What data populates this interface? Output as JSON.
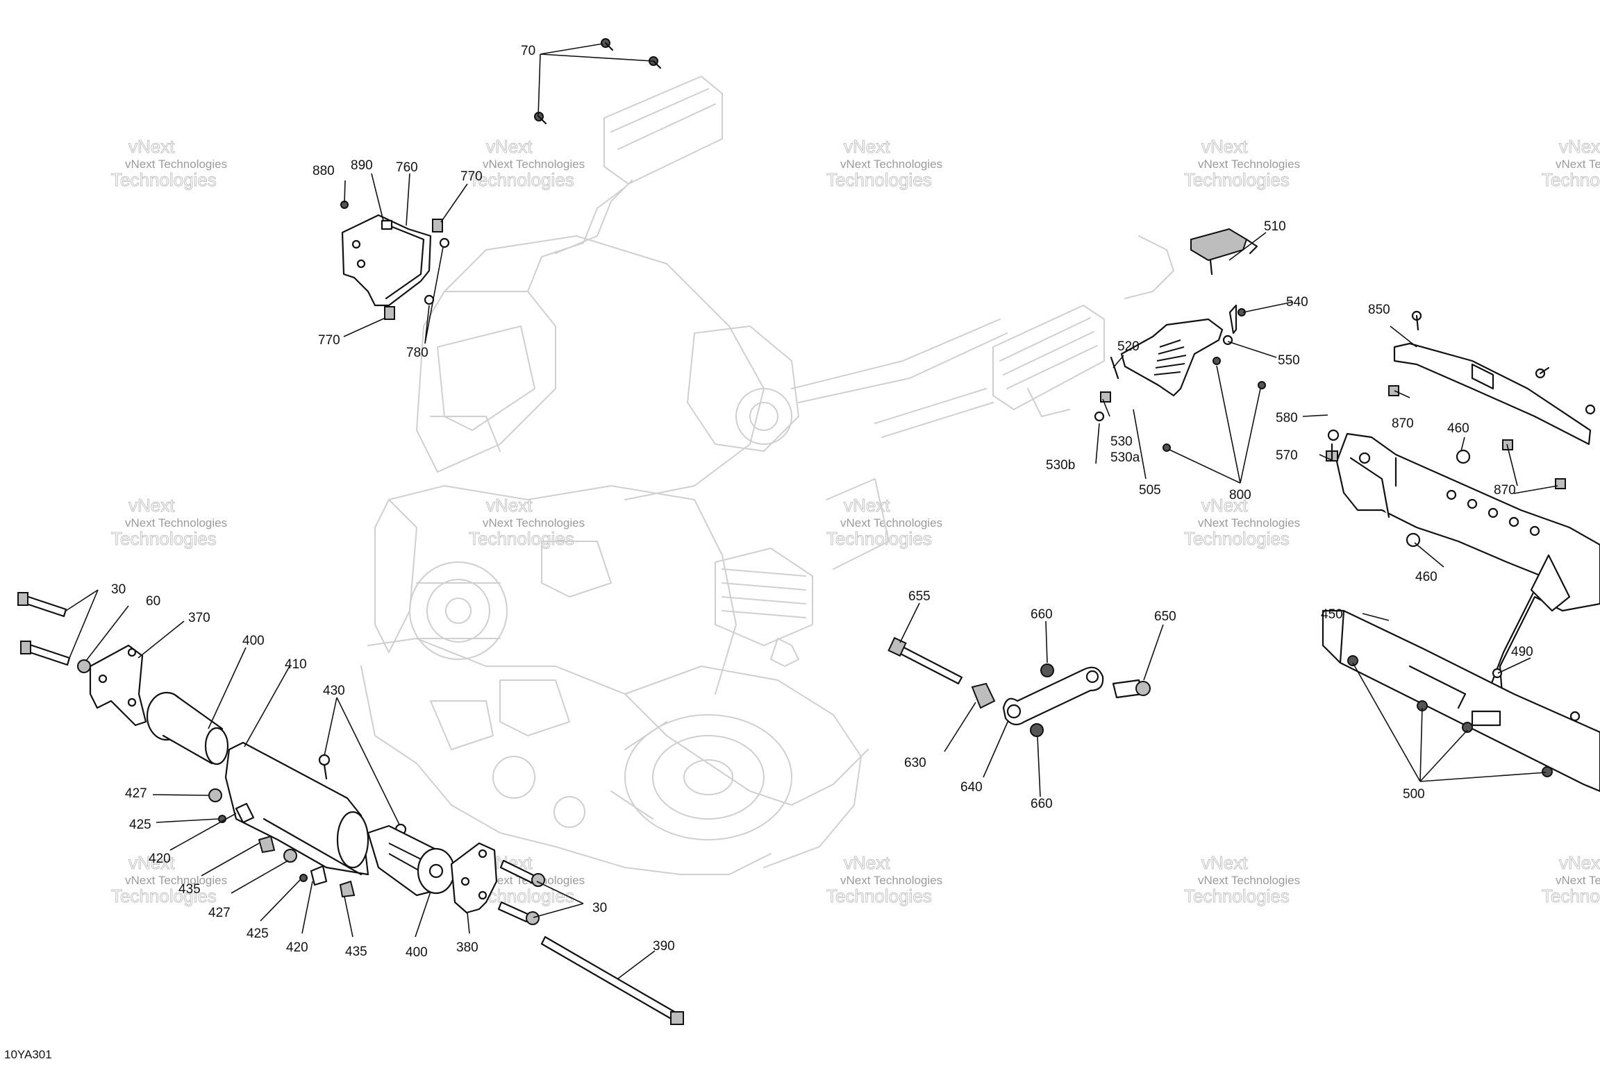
{
  "diagram": {
    "code": "10YA301",
    "watermark": {
      "line1": "vNext",
      "line2": "vNext Technologies",
      "line3": "Technologies"
    },
    "callouts": {
      "c30a": "30",
      "c30b": "30",
      "c60": "60",
      "c70": "70",
      "c370": "370",
      "c380": "380",
      "c390": "390",
      "c400a": "400",
      "c400b": "400",
      "c410": "410",
      "c420a": "420",
      "c420b": "420",
      "c425a": "425",
      "c425b": "425",
      "c427a": "427",
      "c427b": "427",
      "c430": "430",
      "c435a": "435",
      "c435b": "435",
      "c450": "450",
      "c460a": "460",
      "c460b": "460",
      "c490": "490",
      "c500": "500",
      "c505": "505",
      "c510": "510",
      "c520": "520",
      "c530": "530",
      "c530a": "530a",
      "c530b": "530b",
      "c540": "540",
      "c550": "550",
      "c570": "570",
      "c580": "580",
      "c630": "630",
      "c640": "640",
      "c650": "650",
      "c655": "655",
      "c660a": "660",
      "c660b": "660",
      "c760": "760",
      "c770a": "770",
      "c770b": "770",
      "c780": "780",
      "c800": "800",
      "c850": "850",
      "c870a": "870",
      "c870b": "870",
      "c880": "880",
      "c890": "890"
    }
  }
}
